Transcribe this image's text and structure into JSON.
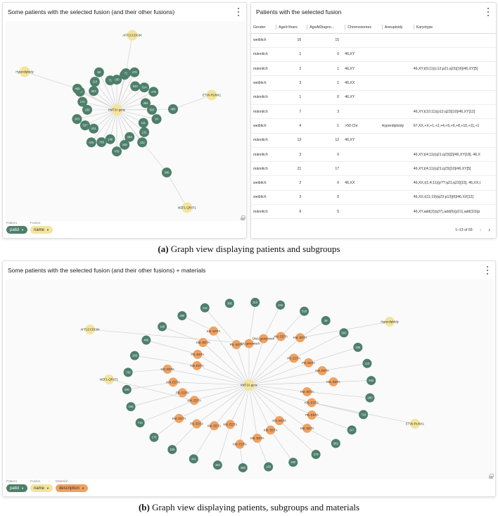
{
  "panel_a": {
    "title": "Some patients with the selected fusion (and their other fusions)",
    "center_label": "KMT2A gene",
    "fusion_labels": [
      "AFF1CCDC84",
      "Hyperdiploidy",
      "ETV6-RUNX1",
      "MZF1-QRAT1"
    ],
    "patient_labels": [
      "100",
      "503",
      "478",
      "520",
      "514",
      "479",
      "484",
      "503",
      "24",
      "111",
      "131",
      "422",
      "153",
      "348",
      "479",
      "148",
      "738",
      "475",
      "431",
      "537",
      "343",
      "159",
      "171",
      "167",
      "503",
      "110",
      "66",
      "71",
      "71",
      "469",
      "408",
      "386"
    ],
    "legend": {
      "patient_caption": "Patient",
      "patient_value": "patid",
      "fusion_caption": "Fusion",
      "fusion_value": "name"
    }
  },
  "panel_table": {
    "title": "Patients with the selected fusion",
    "columns": [
      "Gender",
      "AgeInYears",
      "AgeAtDiagno...",
      "Chromosomes",
      "Aneuploidy",
      "Karyotype"
    ],
    "rows": [
      [
        "weiblich",
        "16",
        "15",
        "",
        "",
        ""
      ],
      [
        "männlich",
        "1",
        "0",
        "46,XY",
        "",
        ""
      ],
      [
        "männlich",
        "2",
        "1",
        "46,XY",
        "",
        "46,XY,t(9;11)(c12;p21;q23)[16]/46,XY[5]"
      ],
      [
        "weiblich",
        "3",
        "1",
        "46,XX",
        "",
        ""
      ],
      [
        "männlich",
        "1",
        "0",
        "46,XY",
        "",
        ""
      ],
      [
        "männlich",
        "7",
        "3",
        "",
        "",
        "46,XY,t(10;11)(p12;q23)[10]/46,XY[12]"
      ],
      [
        "weiblich",
        "4",
        "1",
        ">50 Chr.",
        "Hyperdiploidy",
        "67,XX,+X,+1,+2,+4,+5,+6,+8,+10,+11,+1"
      ],
      [
        "männlich",
        "13",
        "12",
        "46,XY",
        "",
        ""
      ],
      [
        "männlich",
        "3",
        "0",
        "",
        "",
        "46,XY,t(4;11)(q21;q23)[2]/46,XY[18], 46,X"
      ],
      [
        "männlich",
        "21",
        "17",
        "",
        "",
        "46,XY,t(4;11)(q21;q23)[10]/46,XY[5]"
      ],
      [
        "weiblich",
        "2",
        "0",
        "46,XX",
        "",
        "46,XX,t(1;4;11)(p??;q21;q23)[15], 46,XX,t"
      ],
      [
        "weiblich",
        "3",
        "0",
        "",
        "",
        "46,XX,t(11;19)(q23;p13)[6]/46,XX[12]"
      ],
      [
        "männlich",
        "9",
        "5",
        "",
        "",
        "46,XY,add(2)(q37),add(6)(p21),add(10)(p"
      ]
    ],
    "pagination": "1–13 of 93"
  },
  "caption_a": {
    "tag": "(a)",
    "text": "Graph view displaying patients and subgroups"
  },
  "panel_b": {
    "title": "Some patients with the selected fusion (and their other fusions) + materials",
    "center_label": "KMT2A gene",
    "fusion_labels": [
      "AFF1CCDC84",
      "Hyperdiploidy",
      "MZF1-QRAT1",
      "ETV6-RUNX1"
    ],
    "material_labels": [
      "DNA, genomisch",
      "DNA, genomisch",
      "KM, EDTA",
      "KM, EDTA",
      "PB, EDTA",
      "PB, EDTA",
      "KM, EDTA",
      "KM, EDTA",
      "KM, EDTA",
      "KM, EDTA",
      "PB, EDTA",
      "KM, EDTA",
      "KM, EDTA",
      "KM, EDTA",
      "KM, EDTA",
      "KM, EDTA",
      "KM, EDTA",
      "KM, EDTA",
      "PB, EDTA",
      "KM, EDTA",
      "KM, EDTA",
      "PB, EDTA",
      "KM, EDTA",
      "KM, EDTA",
      "KM, EDTA",
      "PB, EDTA",
      "KM, EDTA",
      "KM, EDTA",
      "PB, EDTA"
    ],
    "patient_labels": [
      "310",
      "219",
      "518",
      "39",
      "503",
      "408",
      "110",
      "946",
      "280",
      "718",
      "247",
      "562",
      "279",
      "400",
      "156",
      "469",
      "453",
      "441",
      "169",
      "176",
      "713",
      "108",
      "496",
      "738",
      "169",
      "469",
      "108",
      "409",
      "414",
      "386"
    ],
    "legend": {
      "patient_caption": "Patient",
      "patient_value": "patid",
      "fusion_caption": "Fusion",
      "fusion_value": "name",
      "material_caption": "Material",
      "material_value": "description"
    }
  },
  "caption_b": {
    "tag": "(b)",
    "text": "Graph view displaying patients, subgroups and materials"
  },
  "colors": {
    "patient": "#4d7f6a",
    "fusion": "#f4e49d",
    "material": "#f0a160",
    "edge": "#c8c8c8"
  }
}
